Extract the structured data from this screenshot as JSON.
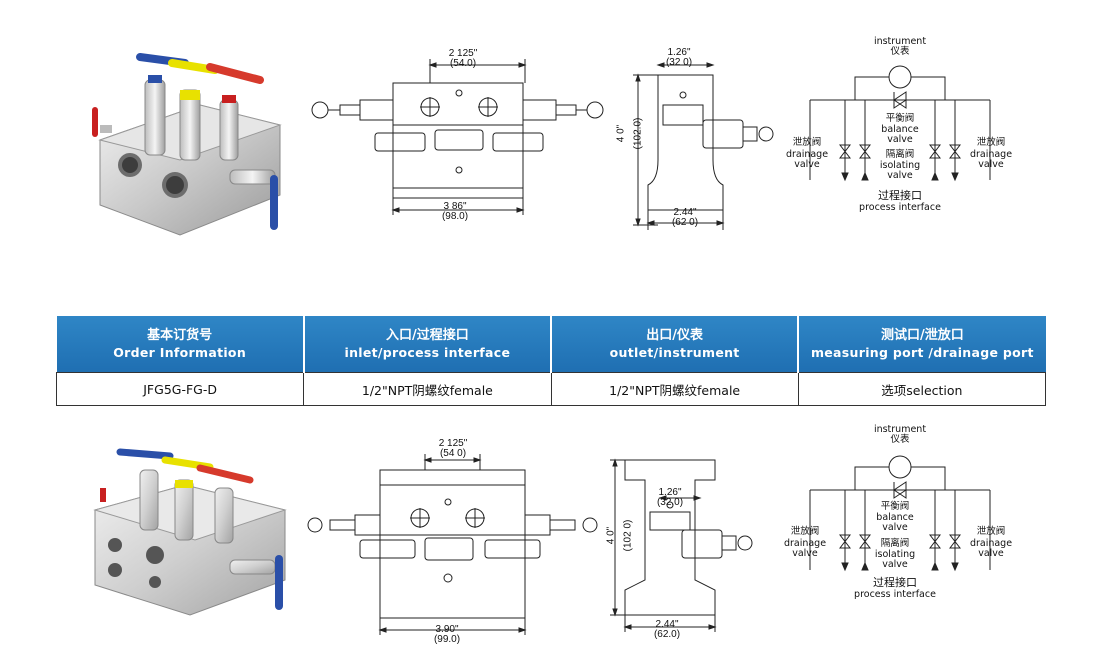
{
  "section1": {
    "front_dims": {
      "width_top": "2 125\"",
      "width_top_mm": "(54.0)",
      "width_bottom": "3 86\"",
      "width_bottom_mm": "(98.0)"
    },
    "side_dims": {
      "top": "1.26\"",
      "top_mm": "(32 0)",
      "height": "4 0\"",
      "height_mm": "(102.0)",
      "bottom": "2.44\"",
      "bottom_mm": "(62 0)"
    }
  },
  "section2": {
    "front_dims": {
      "width_top": "2 125\"",
      "width_top_mm": "(54 0)",
      "width_bottom": "3.90\"",
      "width_bottom_mm": "(99.0)"
    },
    "side_dims": {
      "top": "1.26\"",
      "top_mm": "(32.0)",
      "height": "4 0\"",
      "height_mm": "(102 0)",
      "bottom": "2.44\"",
      "bottom_mm": "(62.0)"
    }
  },
  "schematic": {
    "instrument_en": "instrument",
    "instrument_cn": "仪表",
    "balance_cn": "平衡阀",
    "balance_en1": "balance",
    "balance_en2": "valve",
    "drain_cn": "泄放阀",
    "drain_en1": "drainage",
    "drain_en2": "valve",
    "isolating_cn": "隔离阀",
    "isolating_en1": "isolating",
    "isolating_en2": "valve",
    "process_cn": "过程接口",
    "process_en": "process  interface"
  },
  "order_table": {
    "headers": [
      {
        "cn": "基本订货号",
        "en": "Order Information"
      },
      {
        "cn": "入口/过程接口",
        "en": "inlet/process interface"
      },
      {
        "cn": "出口/仪表",
        "en": "outlet/instrument"
      },
      {
        "cn": "测试口/泄放口",
        "en": "measuring port /drainage port"
      }
    ],
    "row": [
      "JFG5G-FG-D",
      "1/2\"NPT阴螺纹female",
      "1/2\"NPT阴螺纹female",
      "选项selection"
    ]
  }
}
